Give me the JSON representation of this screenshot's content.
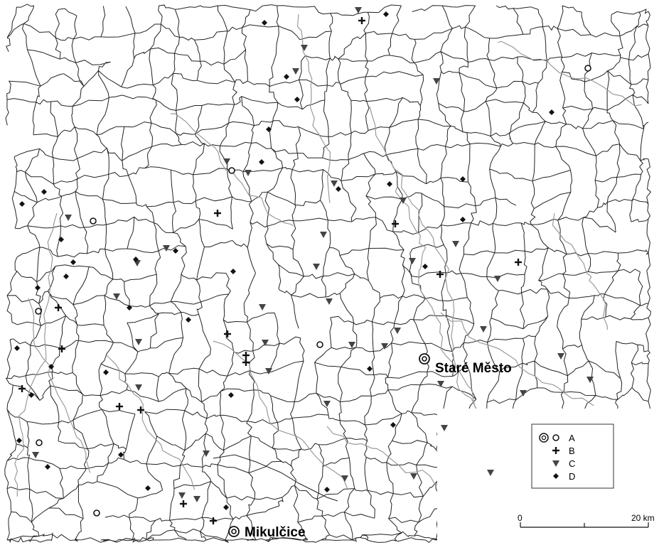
{
  "places": {
    "stare_mesto": "Staré Město",
    "mikulcice": "Mikulčice"
  },
  "legend": {
    "a": "A",
    "b": "B",
    "c": "C",
    "d": "D"
  },
  "scale": {
    "start": "0",
    "end": "20 km"
  },
  "colors": {
    "border": "#222222",
    "river": "#9a9a9a",
    "symbol": "#111111",
    "triangle": "#444444"
  },
  "symbols": {
    "A": "concentric-and-open-circle",
    "B": "plus-cross",
    "C": "down-triangle",
    "D": "diamond"
  }
}
